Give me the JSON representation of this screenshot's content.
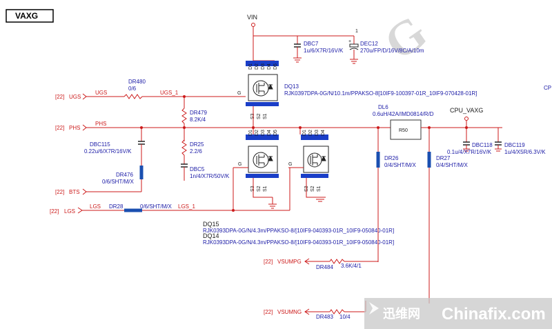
{
  "title": "VAXG",
  "watermark": {
    "g": "G",
    "brand_cn": "迅维网",
    "brand_en": "Chinafix.com"
  },
  "rails": {
    "vin": "VIN",
    "cpu_vaxg": "CPU_VAXG",
    "edge": "CP"
  },
  "ports": {
    "ugs": {
      "ref": "[22]",
      "name": "UGS"
    },
    "phs": {
      "ref": "[22]",
      "name": "PHS"
    },
    "bts": {
      "ref": "[22]",
      "name": "BTS"
    },
    "lgs": {
      "ref": "[22]",
      "name": "LGS"
    },
    "vsumpg": {
      "ref": "[22]",
      "name": "VSUMPG"
    },
    "vsumng": {
      "ref": "[22]",
      "name": "VSUMNG"
    }
  },
  "nets": {
    "ugs": "UGS",
    "ugs_1": "UGS_1",
    "phs": "PHS",
    "lgs": "LGS",
    "lgs_1": "LGS_1"
  },
  "parts": {
    "dbc7": {
      "ref": "DBC7",
      "val": "1u/6/X7R/16V/K"
    },
    "dec12": {
      "ref": "DEC12",
      "val": "270u/FP/D/16V/8C/A/10m"
    },
    "dr480": {
      "ref": "DR480",
      "val": "0/6"
    },
    "dq13": {
      "ref": "DQ13",
      "val": "RJK0397DPA-0G/N/10.1m/PPAKSO-8[10IF9-100397-01R_10IF9-070428-01R]"
    },
    "dr479": {
      "ref": "DR479",
      "val": "8.2K/4"
    },
    "dr25": {
      "ref": "DR25",
      "val": "2.2/6"
    },
    "dbc5": {
      "ref": "DBC5",
      "val": "1n/4/X7R/50V/K"
    },
    "dbc115": {
      "ref": "DBC115",
      "val": "0.22u/6/X7R/16V/K"
    },
    "dr476": {
      "ref": "DR476",
      "val": "0/6/SHT/M/X"
    },
    "dr28": {
      "ref": "DR28",
      "val": "0/6/SHT/M/X"
    },
    "dl6": {
      "ref": "DL6",
      "val": "0.6uH/42A/IMD0814/R/D",
      "body": "R50"
    },
    "dbc118": {
      "ref": "DBC118",
      "val": "0.1u/4/X7R/16V/K"
    },
    "dbc119": {
      "ref": "DBC119",
      "val": "1u/4/X5R/6.3V/K"
    },
    "dr26": {
      "ref": "DR26",
      "val": "0/4/SHT/M/X"
    },
    "dr27": {
      "ref": "DR27",
      "val": "0/4/SHT/M/X"
    },
    "dq15": {
      "ref": "DQ15",
      "val": "RJK0393DPA-0G/N/4.3m/PPAKSO-8/[10IF9-040393-01R_10IF9-050840-01R]"
    },
    "dq14": {
      "ref": "DQ14",
      "val": "RJK0393DPA-0G/N/4.3m/PPAKSO-8/[10IF9-040393-01R_10IF9-050840-01R]"
    },
    "dr484": {
      "ref": "DR484",
      "val": "3.6K/4/1"
    },
    "dr483": {
      "ref": "DR483",
      "val": "10/4"
    }
  },
  "pins": {
    "gate": "G",
    "d1": "D1",
    "d2": "D2",
    "d3": "D3",
    "d4": "D4",
    "d5": "D5",
    "s1": "S1",
    "s2": "S2",
    "s3": "S3",
    "plus": "+",
    "one": "1"
  },
  "colors": {
    "wire": "#cc1a1a",
    "label": "#1a1aa6",
    "bus": "#1a4fb0",
    "body": "#1a3ec8"
  }
}
